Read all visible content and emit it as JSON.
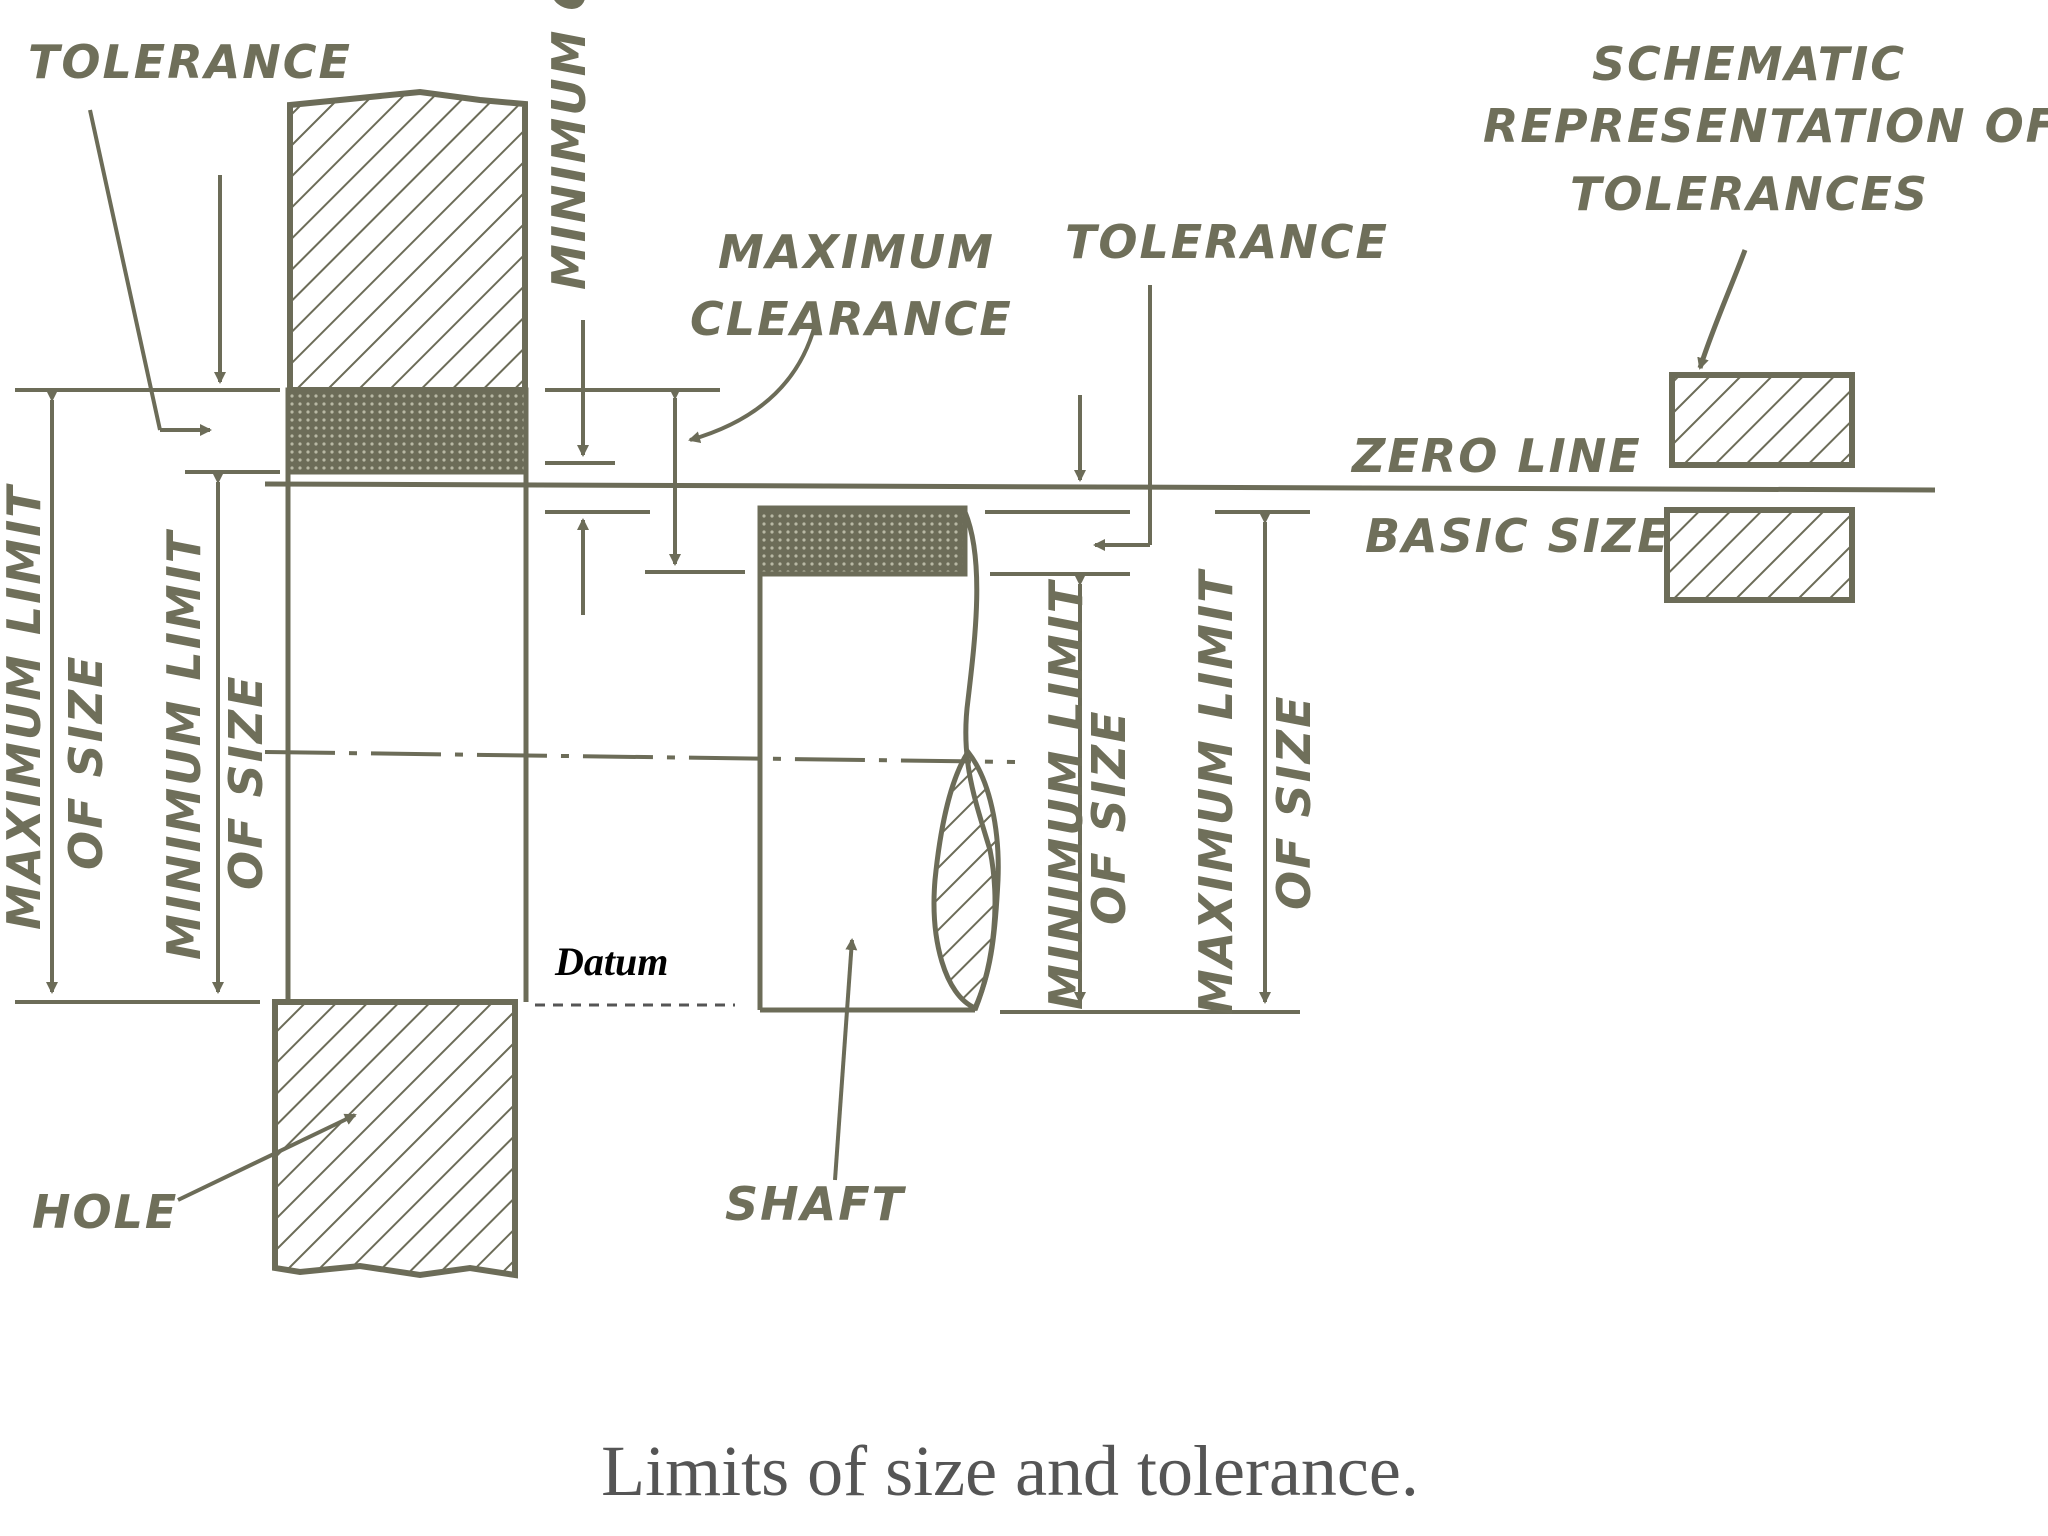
{
  "labels": {
    "tolerance_left": "TOLERANCE",
    "minimum_clearance": "MINIMUM CLEARANCE",
    "maximum_clearance_line1": "MAXIMUM",
    "maximum_clearance_line2": "CLEARANCE",
    "tolerance_right": "TOLERANCE",
    "schematic_line1": "SCHEMATIC",
    "schematic_line2": "REPRESENTATION OF",
    "schematic_line3": "TOLERANCES",
    "zero_line": "ZERO LINE",
    "basic_size": "BASIC SIZE",
    "max_limit_left_1": "MAXIMUM LIMIT",
    "max_limit_left_2": "OF SIZE",
    "min_limit_left_1": "MINIMUM LIMIT",
    "min_limit_left_2": "OF SIZE",
    "min_limit_right_1": "MINIMUM LIMIT",
    "min_limit_right_2": "OF SIZE",
    "max_limit_right_1": "MAXIMUM LIMIT",
    "max_limit_right_2": "OF SIZE",
    "datum": "Datum",
    "hole": "HOLE",
    "shaft": "SHAFT"
  },
  "caption": "Limits of size and tolerance.",
  "colors": {
    "ink": "#6c6c58",
    "background": "#ffffff",
    "datum_text": "#000000"
  }
}
